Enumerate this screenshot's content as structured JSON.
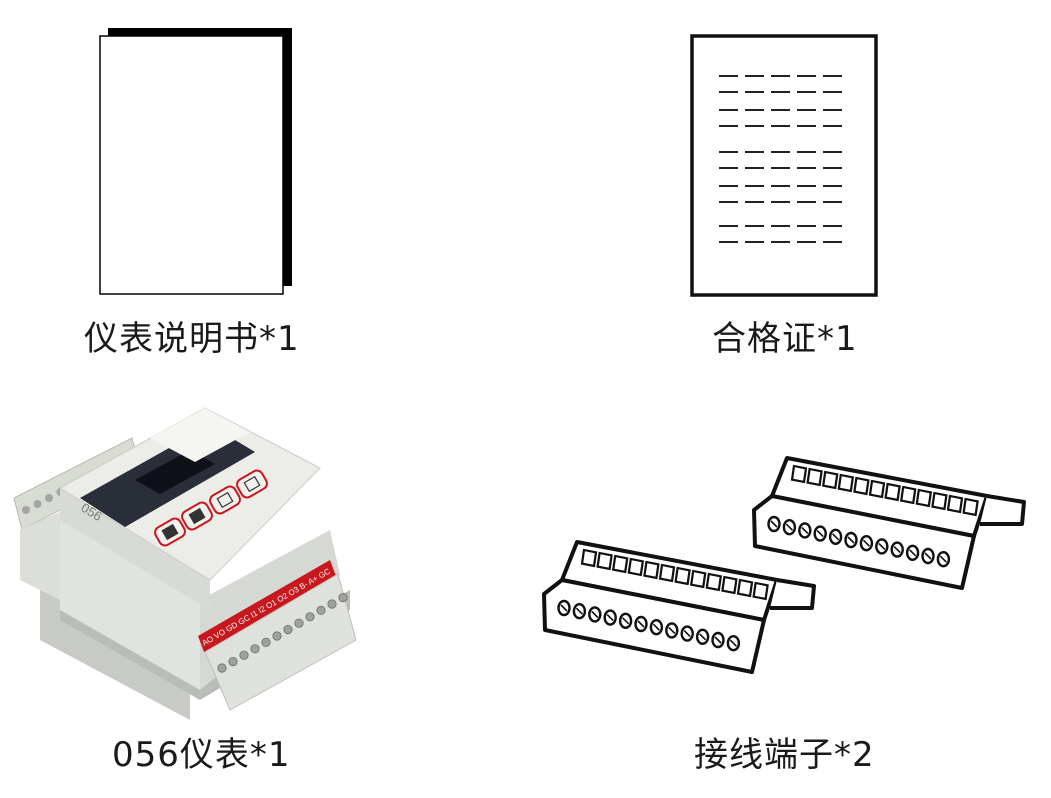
{
  "items": [
    {
      "label": "仪表说明书*1",
      "icon": "manual-booklet-icon"
    },
    {
      "label": "合格证*1",
      "icon": "certificate-document-icon"
    },
    {
      "label": "056仪表*1",
      "icon": "din-rail-meter-device",
      "device": {
        "model_text": "056",
        "terminal_labels": "AO VO GD GC I1 I2 O1 O2 O3 B- A+ GC"
      }
    },
    {
      "label": "接线端子*2",
      "icon": "terminal-block-connector-icon"
    }
  ],
  "colors": {
    "ink": "#1a1a1a",
    "device_body": "#e6e7e2",
    "device_red": "#c8171d",
    "screen": "#15171d"
  }
}
